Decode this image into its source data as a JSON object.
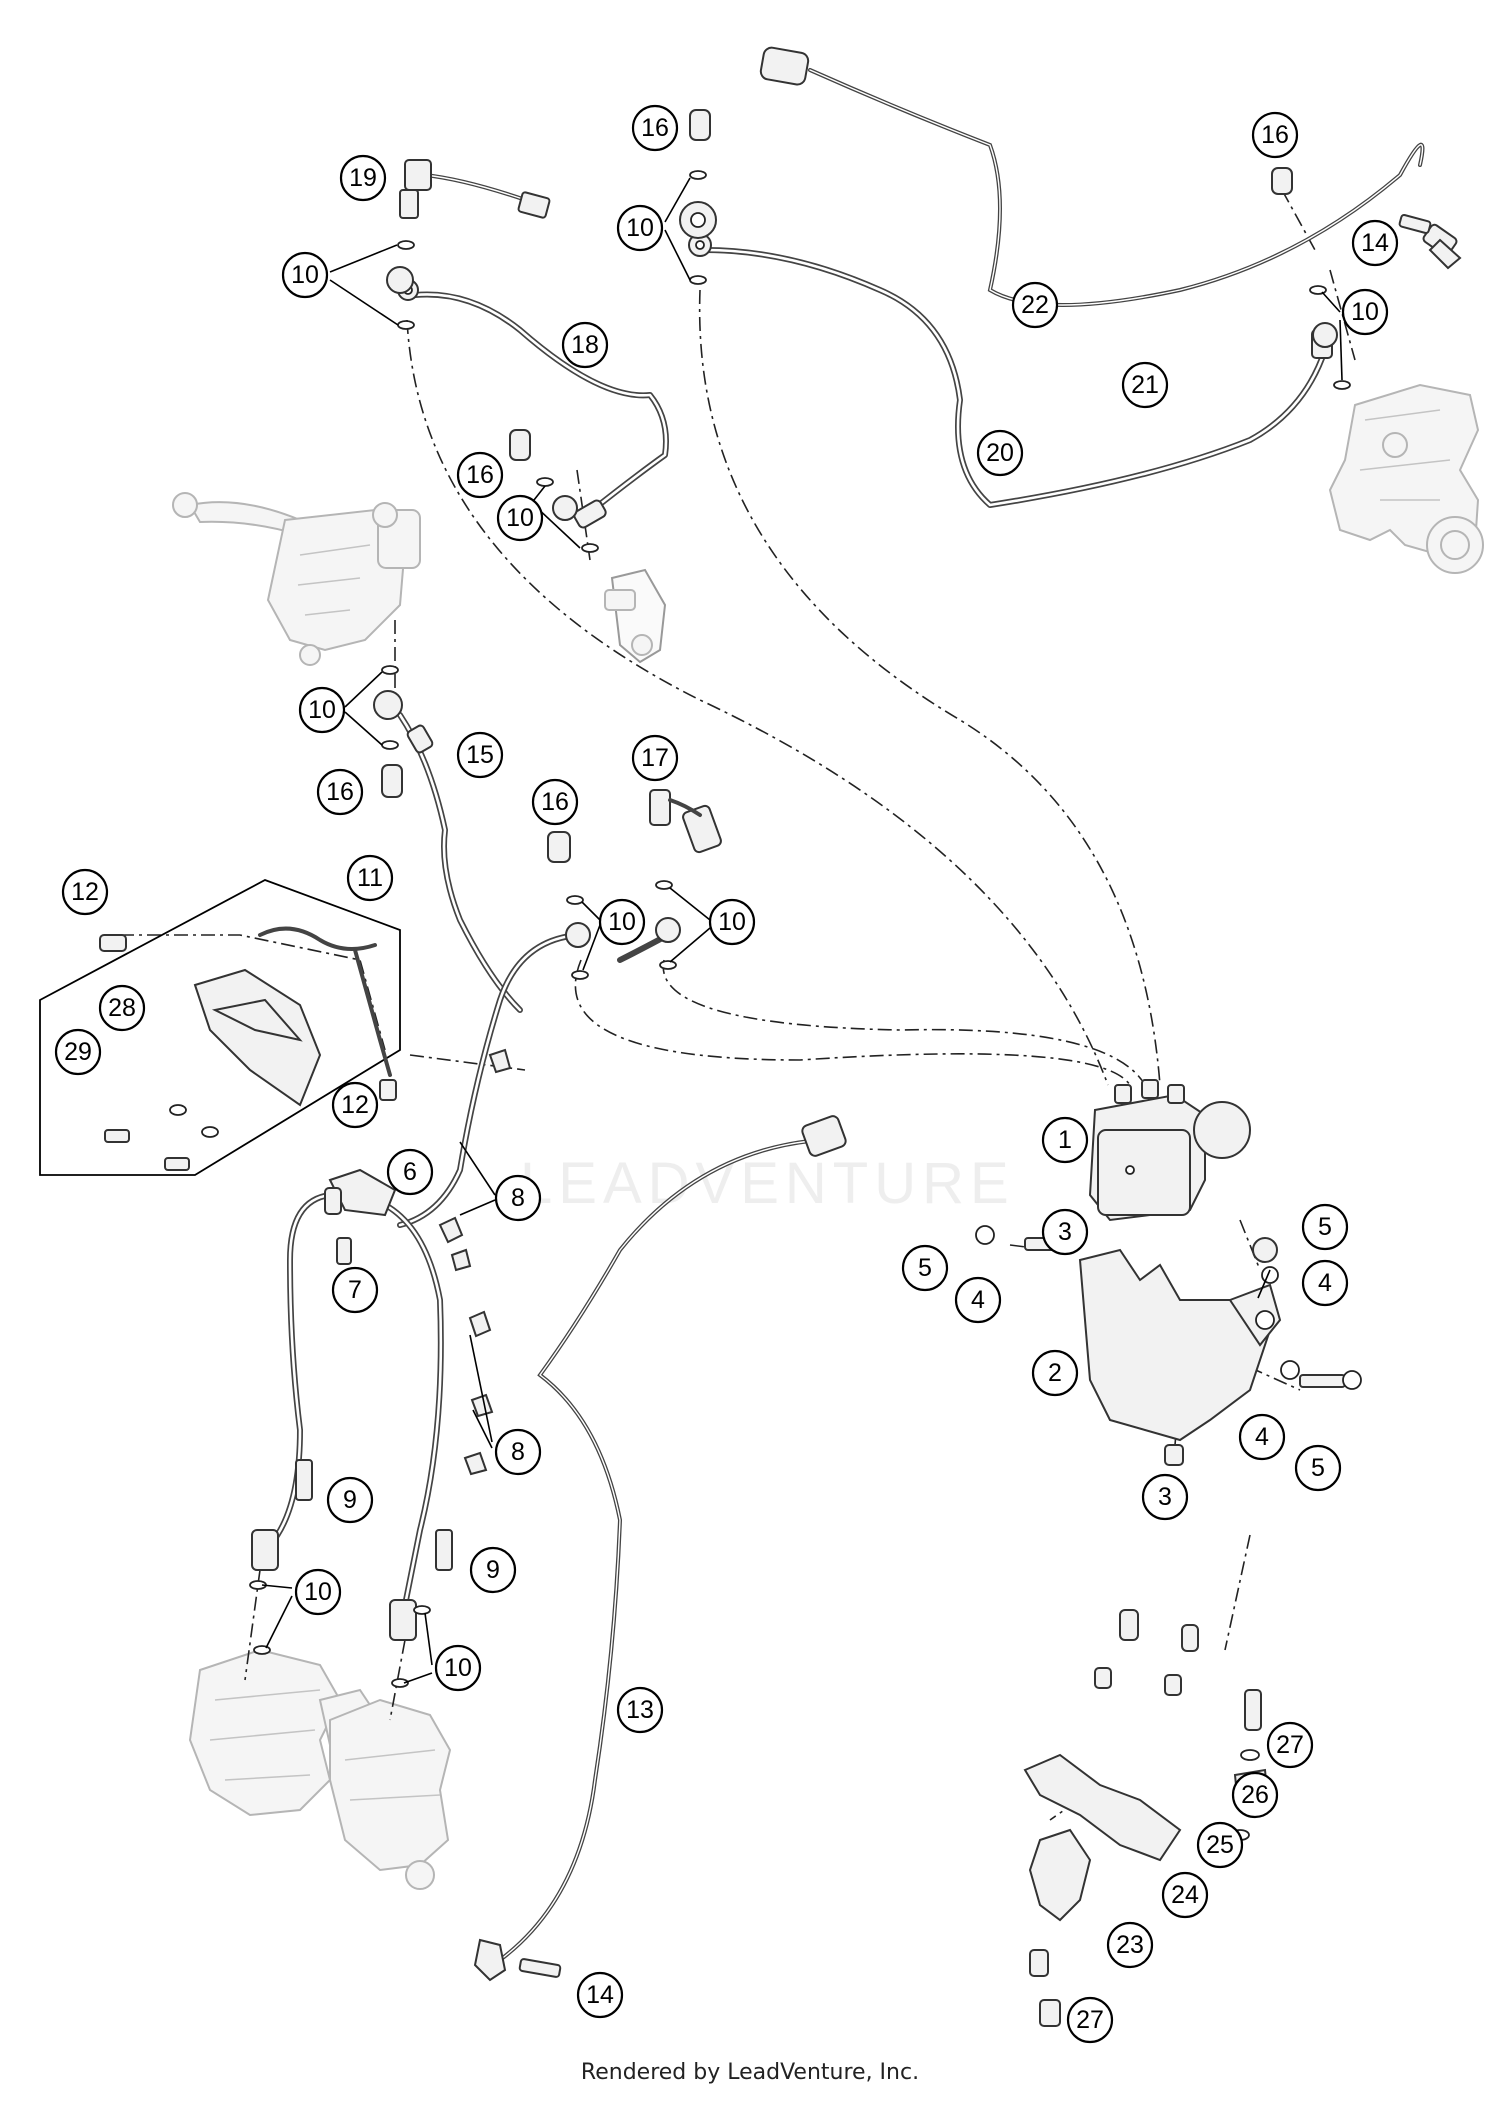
{
  "footer": {
    "text": "Rendered by LeadVenture, Inc."
  },
  "watermark": {
    "text": "LEADVENTURE"
  },
  "colors": {
    "line": "#444444",
    "ghost": "#b5b5b5",
    "callout_stroke": "#000000",
    "background": "#ffffff"
  },
  "callouts": [
    {
      "id": "c19",
      "label": "19"
    },
    {
      "id": "c16a",
      "label": "16"
    },
    {
      "id": "c10a",
      "label": "10"
    },
    {
      "id": "c10b",
      "label": "10"
    },
    {
      "id": "c18",
      "label": "18"
    },
    {
      "id": "c16b",
      "label": "16"
    },
    {
      "id": "c10c",
      "label": "10"
    },
    {
      "id": "c22",
      "label": "22"
    },
    {
      "id": "c16c",
      "label": "16"
    },
    {
      "id": "c14a",
      "label": "14"
    },
    {
      "id": "c10d",
      "label": "10"
    },
    {
      "id": "c21",
      "label": "21"
    },
    {
      "id": "c20",
      "label": "20"
    },
    {
      "id": "c10e",
      "label": "10"
    },
    {
      "id": "c16d",
      "label": "16"
    },
    {
      "id": "c15",
      "label": "15"
    },
    {
      "id": "c16e",
      "label": "16"
    },
    {
      "id": "c17",
      "label": "17"
    },
    {
      "id": "c11",
      "label": "11"
    },
    {
      "id": "c12a",
      "label": "12"
    },
    {
      "id": "c10f",
      "label": "10"
    },
    {
      "id": "c10g",
      "label": "10"
    },
    {
      "id": "c28",
      "label": "28"
    },
    {
      "id": "c29",
      "label": "29"
    },
    {
      "id": "c12b",
      "label": "12"
    },
    {
      "id": "c1",
      "label": "1"
    },
    {
      "id": "c6",
      "label": "6"
    },
    {
      "id": "c8a",
      "label": "8"
    },
    {
      "id": "c7",
      "label": "7"
    },
    {
      "id": "c5a",
      "label": "5"
    },
    {
      "id": "c3a",
      "label": "3"
    },
    {
      "id": "c5b",
      "label": "5"
    },
    {
      "id": "c4a",
      "label": "4"
    },
    {
      "id": "c4b",
      "label": "4"
    },
    {
      "id": "c2",
      "label": "2"
    },
    {
      "id": "c8b",
      "label": "8"
    },
    {
      "id": "c4c",
      "label": "4"
    },
    {
      "id": "c5c",
      "label": "5"
    },
    {
      "id": "c3b",
      "label": "3"
    },
    {
      "id": "c9a",
      "label": "9"
    },
    {
      "id": "c10h",
      "label": "10"
    },
    {
      "id": "c9b",
      "label": "9"
    },
    {
      "id": "c10i",
      "label": "10"
    },
    {
      "id": "c13",
      "label": "13"
    },
    {
      "id": "c27a",
      "label": "27"
    },
    {
      "id": "c26",
      "label": "26"
    },
    {
      "id": "c25",
      "label": "25"
    },
    {
      "id": "c24",
      "label": "24"
    },
    {
      "id": "c23",
      "label": "23"
    },
    {
      "id": "c27b",
      "label": "27"
    },
    {
      "id": "c14b",
      "label": "14"
    }
  ]
}
